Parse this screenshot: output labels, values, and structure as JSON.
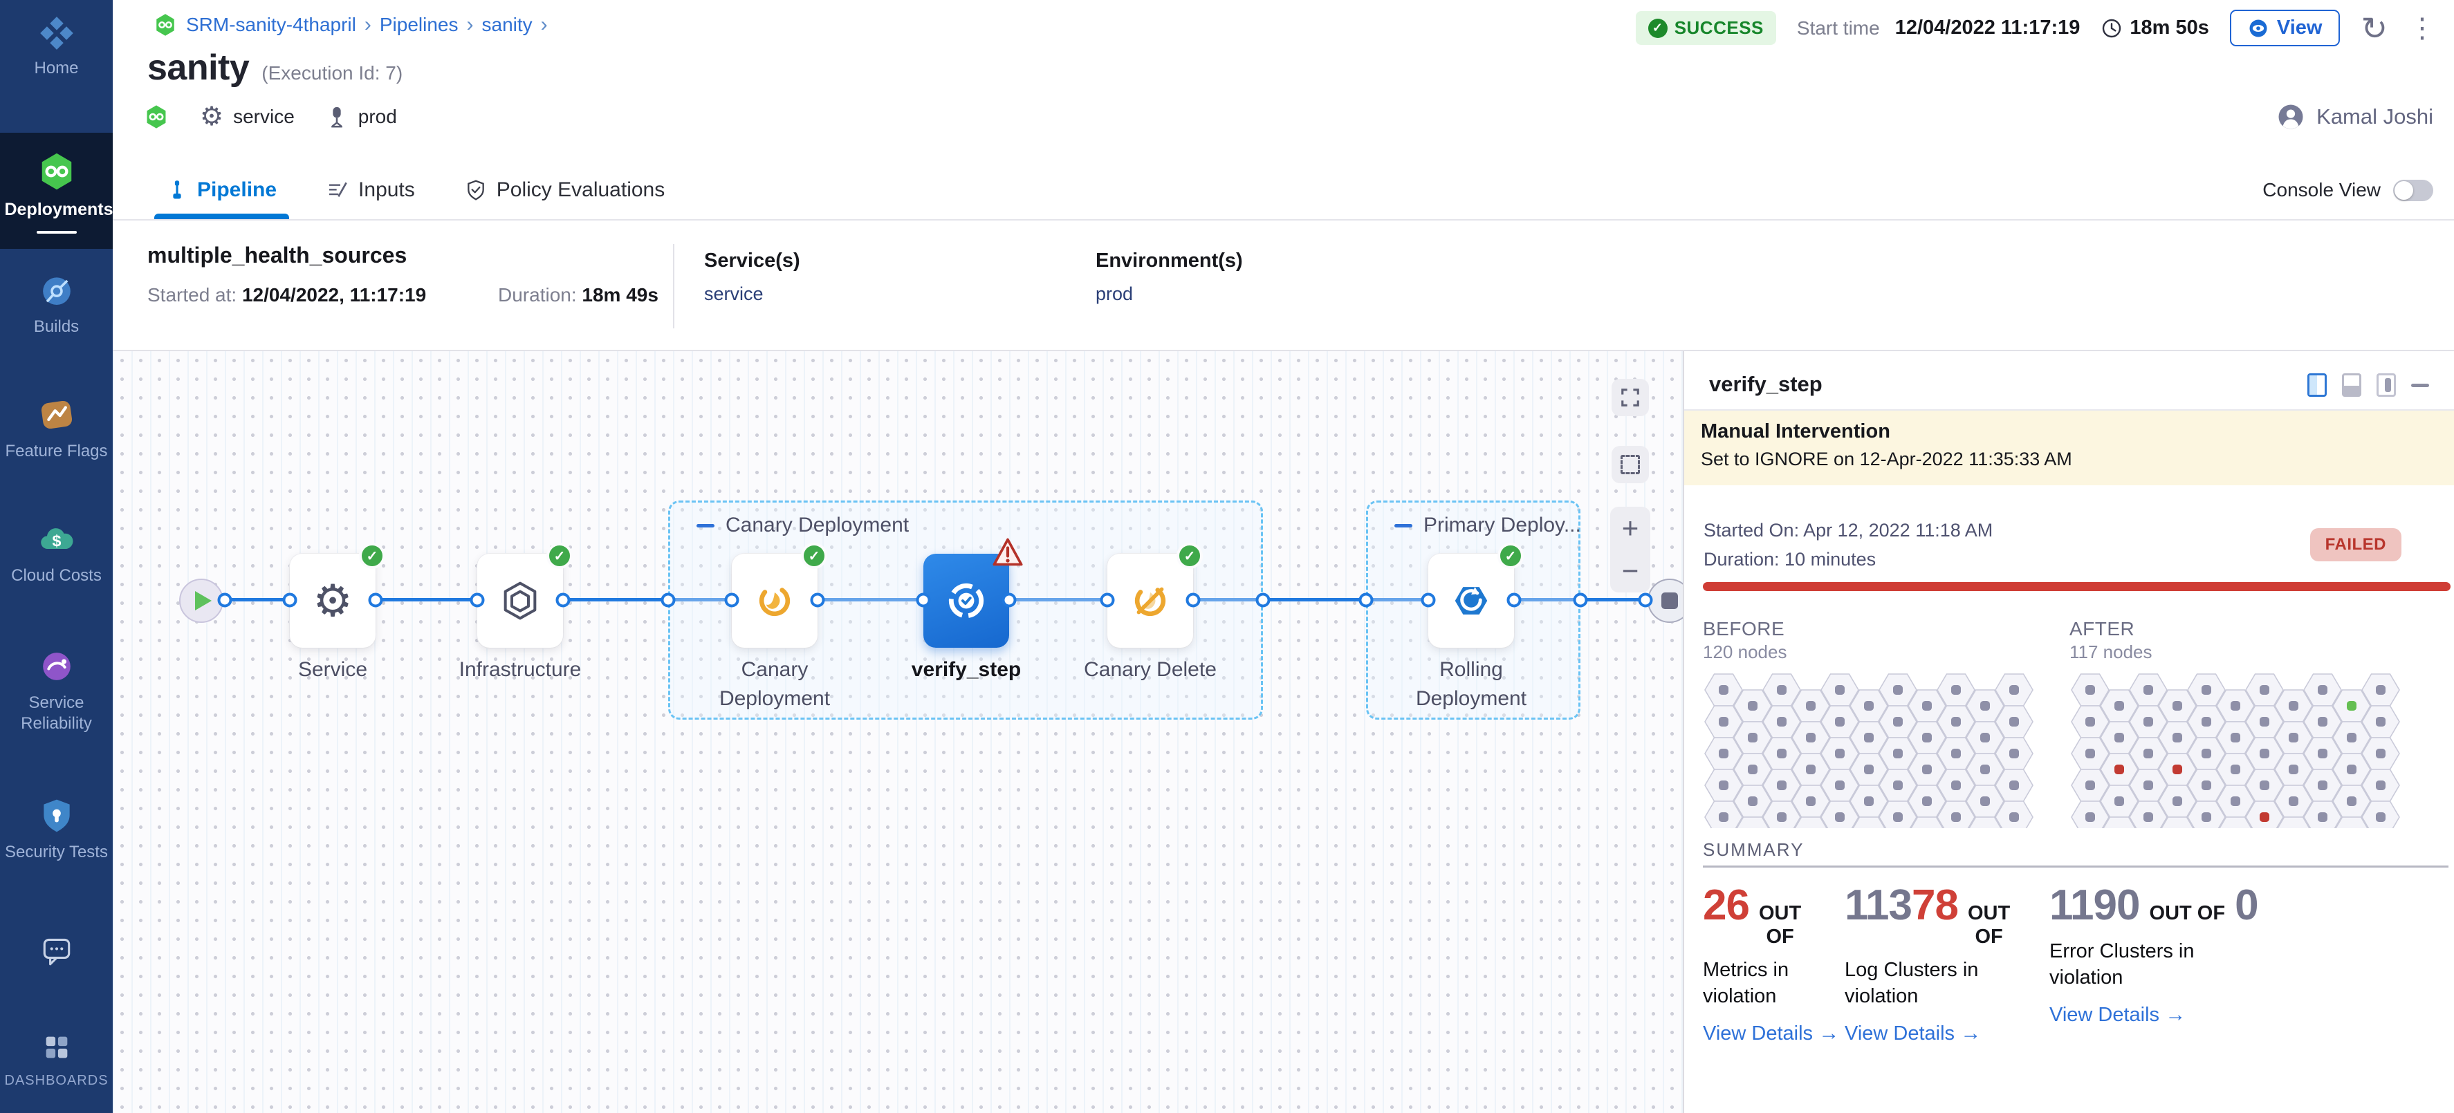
{
  "sidebar": {
    "items": [
      {
        "label": "Home",
        "icon": "home-icon"
      },
      {
        "label": "Deployments",
        "icon": "deployments-icon",
        "active": true
      },
      {
        "label": "Builds",
        "icon": "builds-icon"
      },
      {
        "label": "Feature Flags",
        "icon": "feature-flags-icon"
      },
      {
        "label": "Cloud Costs",
        "icon": "cloud-costs-icon"
      },
      {
        "label": "Service Reliability",
        "icon": "service-reliability-icon"
      },
      {
        "label": "Security Tests",
        "icon": "security-tests-icon"
      },
      {
        "label": "",
        "icon": "chat-icon"
      },
      {
        "label": "DASHBOARDS",
        "icon": "dashboards-icon"
      }
    ]
  },
  "breadcrumb": {
    "items": [
      "SRM-sanity-4thapril",
      "Pipelines",
      "sanity"
    ],
    "sep": "›"
  },
  "status": {
    "success": "SUCCESS",
    "start_time_label": "Start time",
    "start_time": "12/04/2022 11:17:19",
    "duration": "18m 50s",
    "view": "View"
  },
  "title": {
    "name": "sanity",
    "execution": "(Execution Id: 7)"
  },
  "tags": {
    "service": "service",
    "environment": "prod"
  },
  "user": {
    "name": "Kamal Joshi"
  },
  "tabs": {
    "pipeline": "Pipeline",
    "inputs": "Inputs",
    "policy": "Policy Evaluations",
    "console_view": "Console View"
  },
  "run": {
    "name": "multiple_health_sources",
    "started_label": "Started at:",
    "started": "12/04/2022, 11:17:19",
    "duration_label": "Duration:",
    "duration": "18m 49s",
    "services_label": "Service(s)",
    "service": "service",
    "environments_label": "Environment(s)",
    "environment": "prod"
  },
  "graph": {
    "group_canary": "Canary Deployment",
    "group_primary": "Primary Deploy...",
    "nodes": {
      "service": "Service",
      "infrastructure": "Infrastructure",
      "canary_deployment": "Canary Deployment",
      "verify_step": "verify_step",
      "canary_delete": "Canary Delete",
      "rolling_deployment": "Rolling Deployment"
    }
  },
  "panel": {
    "title": "verify_step",
    "banner_title": "Manual Intervention",
    "banner_subtitle": "Set to IGNORE on 12-Apr-2022 11:35:33 AM",
    "started_on": "Started On: Apr 12, 2022 11:18 AM",
    "duration": "Duration: 10 minutes",
    "status": "FAILED",
    "before_label": "BEFORE",
    "before_count": "120 nodes",
    "after_label": "AFTER",
    "after_count": "117 nodes",
    "summary_label": "SUMMARY",
    "metrics": [
      {
        "value": "26",
        "out1": "OUT",
        "out2": "OF",
        "label1": "Metrics in violation",
        "link": "View Details"
      },
      {
        "value_gray": "113",
        "value_red": "78",
        "out1": "OUT",
        "out2": "OF",
        "label1": "Log Clusters in",
        "label2": "violation",
        "link": "View Details"
      },
      {
        "value": "1190",
        "out_of": "OUT OF",
        "value2": "0",
        "label1": "Error Clusters in",
        "label2": "violation",
        "link": "View Details"
      }
    ]
  },
  "verification": {
    "columns": 11,
    "rows": 5,
    "before_special": [],
    "after_special": [
      {
        "col": 9,
        "row": 0,
        "status": "green"
      },
      {
        "col": 1,
        "row": 2,
        "status": "red"
      },
      {
        "col": 3,
        "row": 2,
        "status": "red"
      },
      {
        "col": 6,
        "row": 4,
        "status": "red"
      }
    ]
  },
  "colors": {
    "accent_blue": "#0278d5",
    "success_green": "#1d8a2b",
    "failed_red": "#cf3d35",
    "hex_normal": "#8f90a8",
    "hex_red": "#c23a32",
    "hex_green": "#65bf52",
    "hex_fill": "#f4f4f9",
    "hex_stroke": "#c9cad9"
  }
}
